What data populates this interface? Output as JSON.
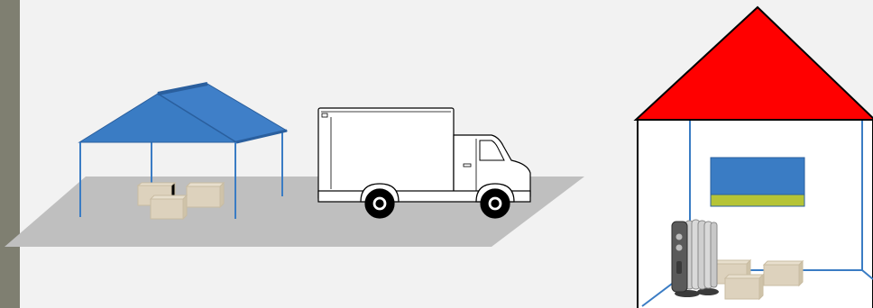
{
  "colors": {
    "background": "#f2f2f2",
    "side_strip": "#7f7f71",
    "ground": "#bfbfbf",
    "canopy_blue": "#3a7cc4",
    "canopy_pole": "#3a7cc4",
    "box_tan": "#ddd2bd",
    "roof_red": "#ff0000",
    "house_wall": "#ffffff",
    "house_lines": "#3a7cc4",
    "window_blue": "#3a7cc4",
    "window_green": "#b5c437",
    "truck_body": "#ffffff",
    "outline": "#000000"
  },
  "scene": {
    "items": [
      "canopy-tent",
      "storage-boxes",
      "box-truck",
      "house",
      "window",
      "oil-radiator-heater"
    ]
  }
}
